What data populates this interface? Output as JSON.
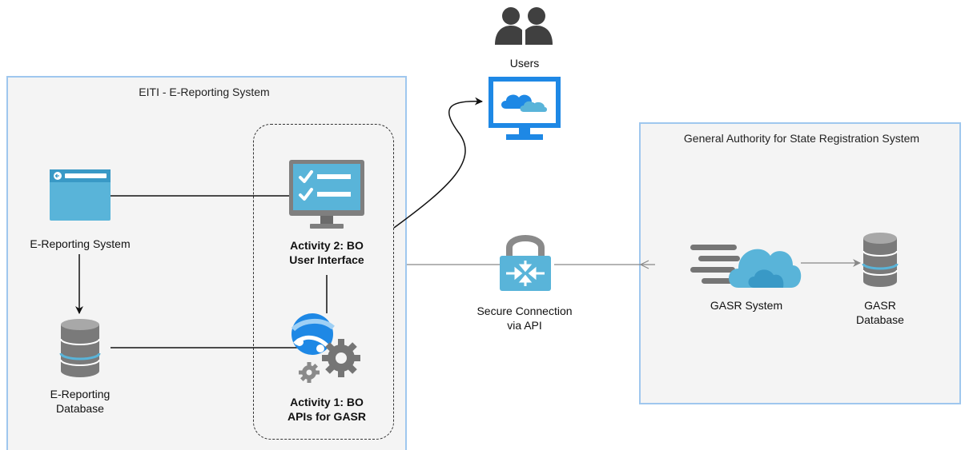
{
  "eiti_container": {
    "title": "EITI - E-Reporting System"
  },
  "gasr_container": {
    "title": "General Authority for State Registration System"
  },
  "nodes": {
    "e_reporting_system": "E-Reporting System",
    "e_reporting_db_line1": "E-Reporting",
    "e_reporting_db_line2": "Database",
    "activity2_line1": "Activity 2: BO",
    "activity2_line2": "User Interface",
    "activity1_line1": "Activity 1: BO",
    "activity1_line2": "APIs for GASR",
    "users": "Users",
    "secure_line1": "Secure Connection",
    "secure_line2": "via API",
    "gasr_system": "GASR System",
    "gasr_db_line1": "GASR",
    "gasr_db_line2": "Database"
  },
  "colors": {
    "container_border": "#9fc7ee",
    "container_fill": "#f4f4f4",
    "azure_blue": "#1e88e5",
    "light_blue": "#59b4d9",
    "db_gray": "#7a7a7a",
    "gear_gray": "#757575"
  }
}
